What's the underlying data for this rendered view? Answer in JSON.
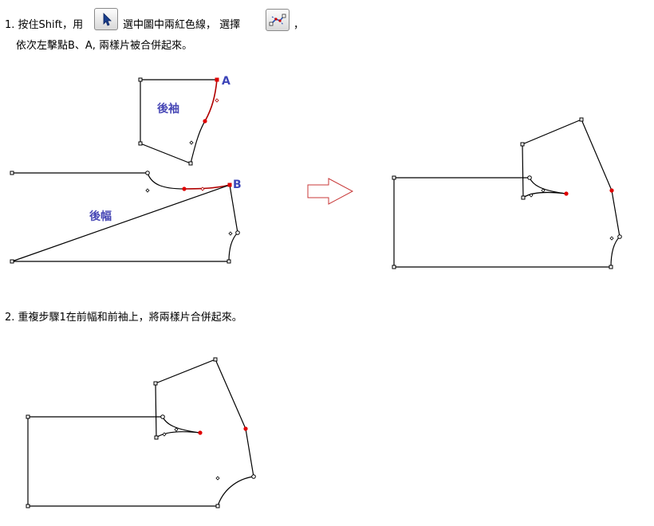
{
  "step1": {
    "line1_prefix": "1. 按住Shift，用",
    "line1_mid": "選中圖中兩紅色線，  選擇",
    "line1_suffix": "，",
    "line2": "依次左擊點B、A, 兩樣片被合併起來。"
  },
  "step2": {
    "text": "2. 重複步驟1在前幅和前袖上，將兩樣片合併起來。"
  },
  "labels": {
    "sleeve": "後袖",
    "body": "後幅",
    "point_a": "A",
    "point_b": "B"
  },
  "icons": {
    "select_tool": "arrow-pointer-icon",
    "merge_tool": "merge-pieces-icon",
    "transition_arrow": "right-arrow-icon"
  },
  "colors": {
    "selected_line": "#b00000",
    "point_fill": "#e00000",
    "label_blue": "#4747b5",
    "arrow_outline": "#c83a3a"
  }
}
